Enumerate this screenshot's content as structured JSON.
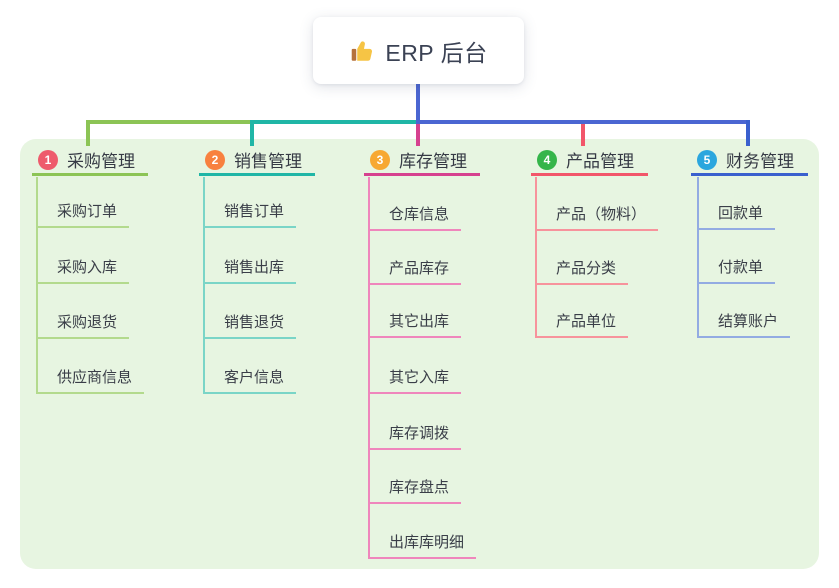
{
  "root": {
    "label": "ERP 后台",
    "icon": "thumbs-up-icon"
  },
  "colors": {
    "panel_bg": "#e7f5e1",
    "trunk": "#4b66d2",
    "root_text": "#3b4254"
  },
  "branches": [
    {
      "num": "1",
      "title": "采购管理",
      "badge_color": "#ee5b6c",
      "line_color": "#8cc455",
      "child_line_color": "#b3da8d",
      "children": [
        "采购订单",
        "采购入库",
        "采购退货",
        "供应商信息"
      ]
    },
    {
      "num": "2",
      "title": "销售管理",
      "badge_color": "#f8813f",
      "line_color": "#20b6a6",
      "child_line_color": "#7ad5c7",
      "children": [
        "销售订单",
        "销售出库",
        "销售退货",
        "客户信息"
      ]
    },
    {
      "num": "3",
      "title": "库存管理",
      "badge_color": "#f7a832",
      "line_color": "#d6418f",
      "child_line_color": "#ef86bc",
      "children": [
        "仓库信息",
        "产品库存",
        "其它出库",
        "其它入库",
        "库存调拨",
        "库存盘点",
        "出库库明细"
      ]
    },
    {
      "num": "4",
      "title": "产品管理",
      "badge_color": "#35b54a",
      "line_color": "#f2566a",
      "child_line_color": "#f7939c",
      "children": [
        "产品（物料）",
        "产品分类",
        "产品单位"
      ]
    },
    {
      "num": "5",
      "title": "财务管理",
      "badge_color": "#2ba6de",
      "line_color": "#3a60ce",
      "child_line_color": "#93abe2",
      "children": [
        "回款单",
        "付款单",
        "结算账户"
      ]
    }
  ]
}
